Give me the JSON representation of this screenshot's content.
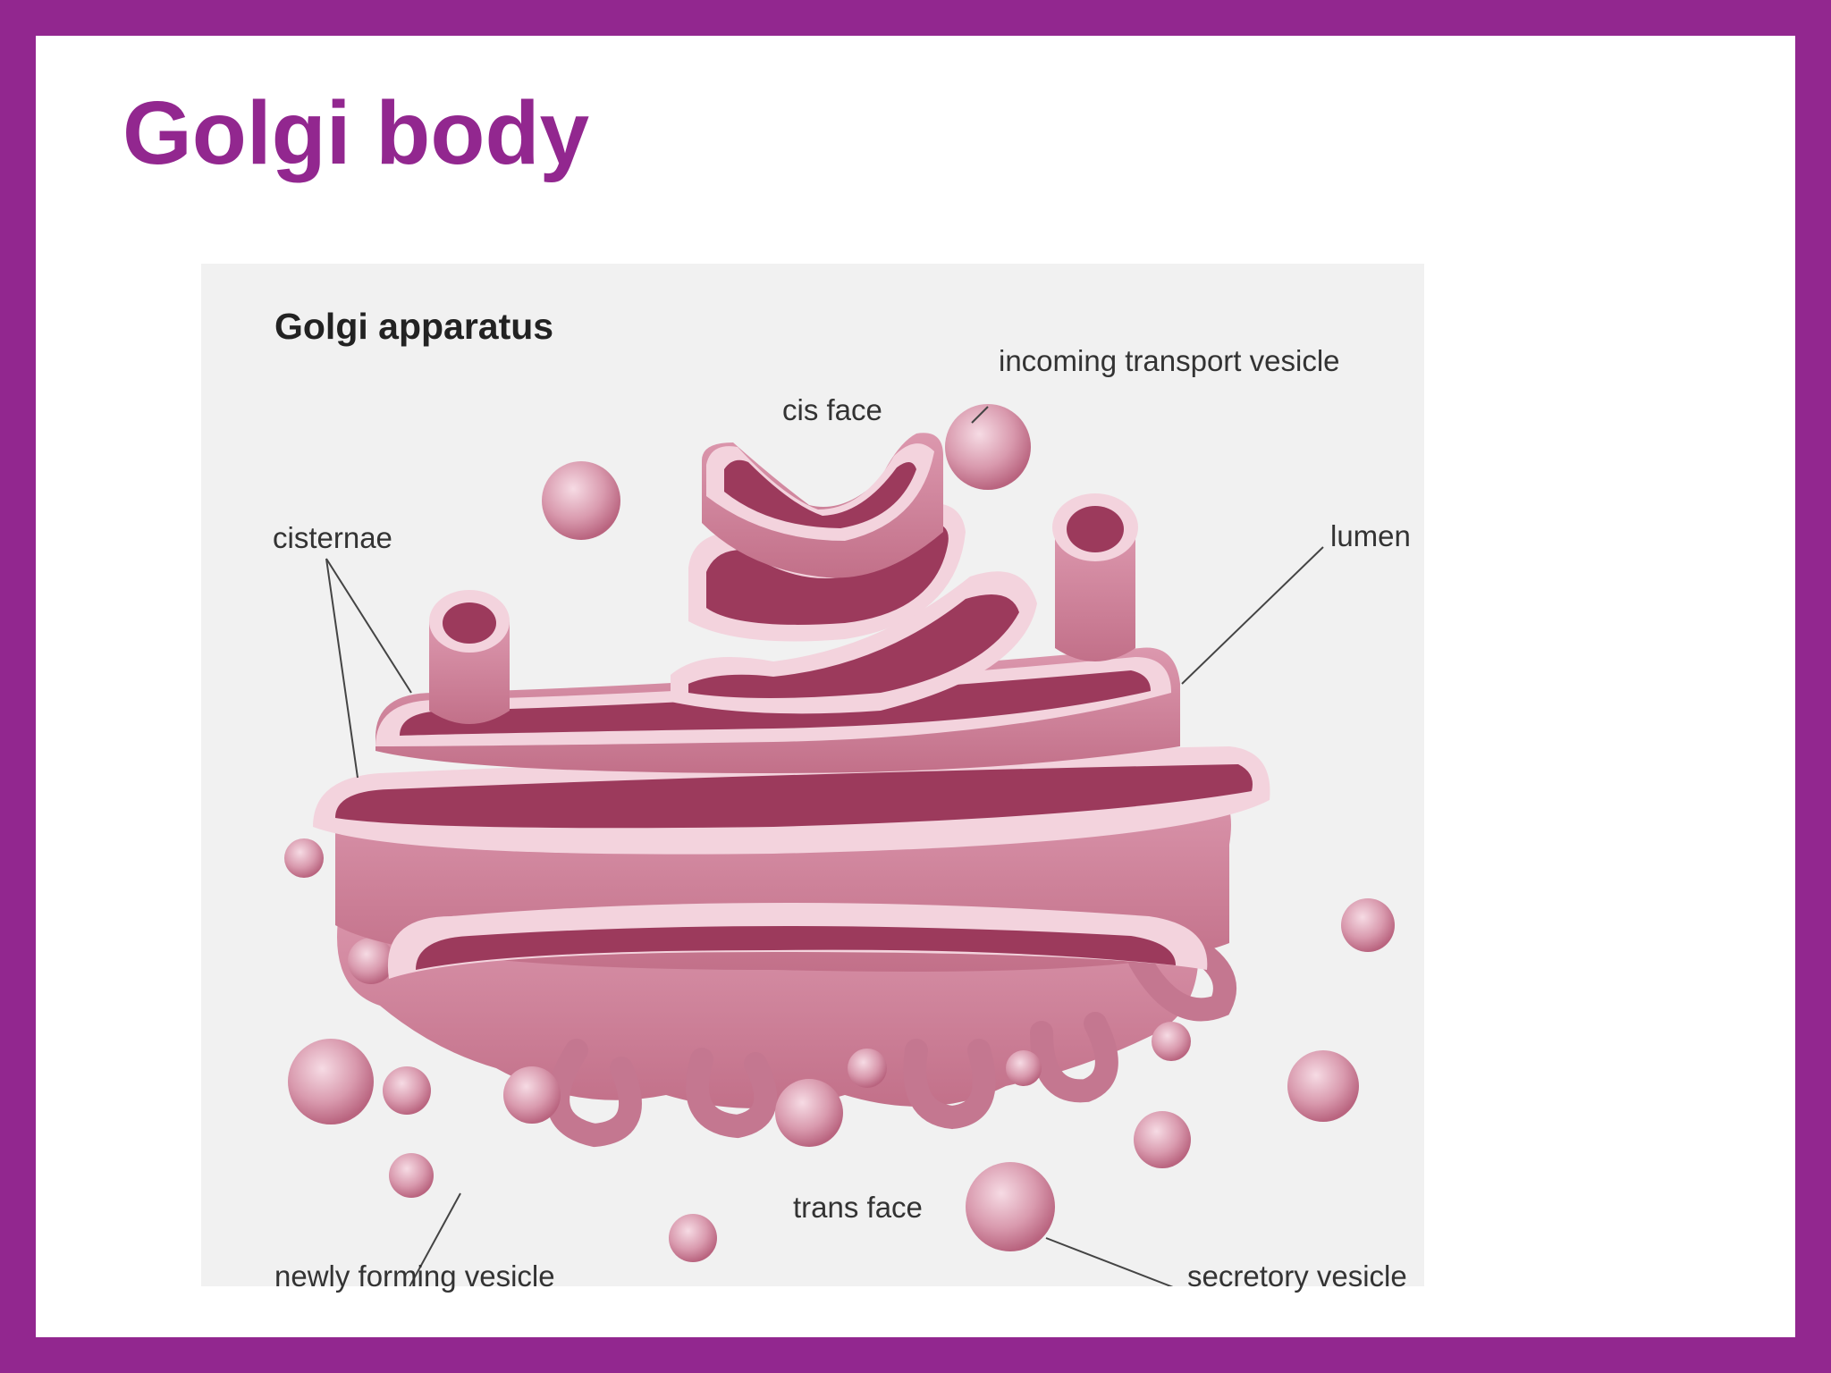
{
  "slide": {
    "title": "Golgi body",
    "background_color": "#92278f",
    "title_color": "#92278f"
  },
  "diagram": {
    "title": "Golgi apparatus",
    "labels": {
      "cis_face": "cis face",
      "incoming_transport_vesicle": "incoming transport vesicle",
      "cisternae": "cisternae",
      "lumen": "lumen",
      "trans_face": "trans face",
      "newly_forming_vesicle": "newly forming vesicle",
      "secretory_vesicle": "secretory vesicle"
    },
    "colors": {
      "membrane": "#d78aa3",
      "lumen": "#9c3a5c",
      "rim": "#f3d3dd",
      "background": "#f1f1f1"
    }
  }
}
